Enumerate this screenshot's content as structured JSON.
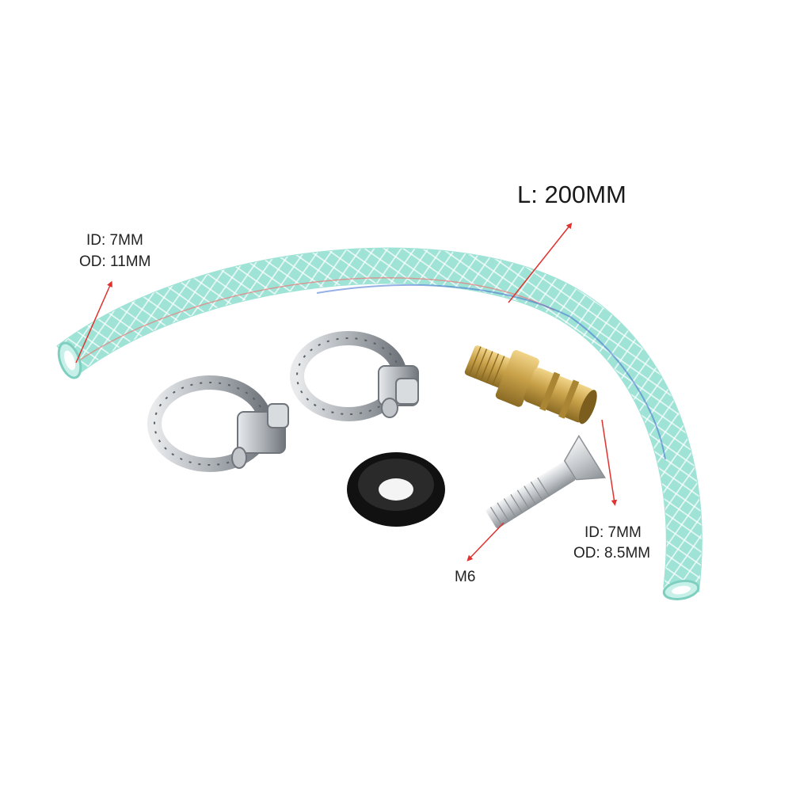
{
  "annotations": {
    "length": "L: 200MM",
    "hose_id": "ID: 7MM",
    "hose_od": "OD: 11MM",
    "fitting_id": "ID: 7MM",
    "fitting_od": "OD: 8.5MM",
    "bolt_size": "M6"
  },
  "colors": {
    "arrow": "#e0322e",
    "hose": "#9fe3d6",
    "hose_braid": "#ffffff",
    "brass": "#c9a24a",
    "clamp": "#b8bcc0",
    "washer": "#111111"
  },
  "icons": [
    "hose-image",
    "hose-clamp-image",
    "brass-fitting-image",
    "rubber-washer-image",
    "bolt-image"
  ]
}
